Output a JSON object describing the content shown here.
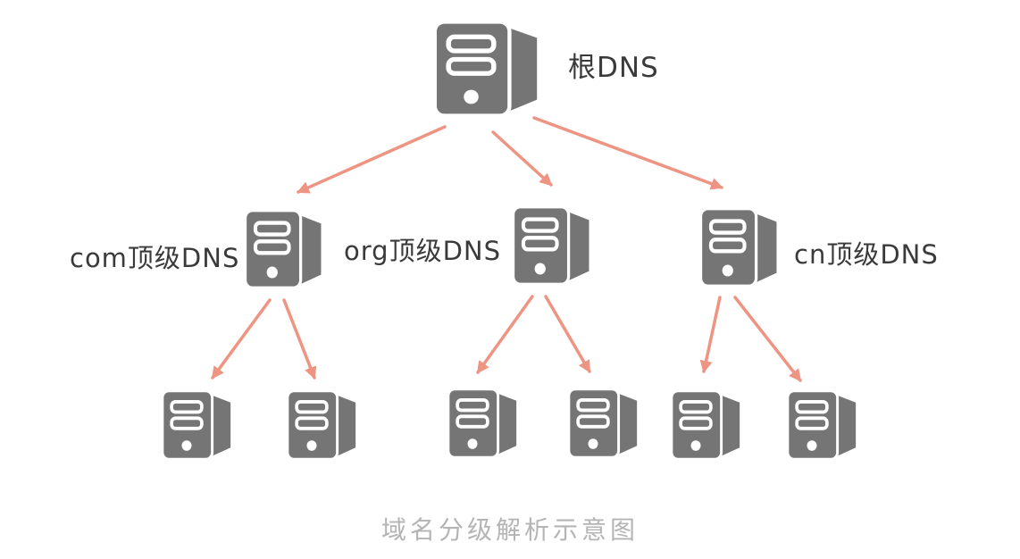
{
  "caption": "域名分级解析示意图",
  "nodes": {
    "root": {
      "label": "根DNS",
      "type": "dns-server"
    },
    "com_tld": {
      "label": "com顶级DNS",
      "type": "dns-server"
    },
    "org_tld": {
      "label": "org顶级DNS",
      "type": "dns-server"
    },
    "cn_tld": {
      "label": "cn顶级DNS",
      "type": "dns-server"
    },
    "com_leaf_1": {
      "type": "dns-server"
    },
    "com_leaf_2": {
      "type": "dns-server"
    },
    "org_leaf_1": {
      "type": "dns-server"
    },
    "org_leaf_2": {
      "type": "dns-server"
    },
    "cn_leaf_1": {
      "type": "dns-server"
    },
    "cn_leaf_2": {
      "type": "dns-server"
    }
  },
  "edges": [
    {
      "from": "root",
      "to": "com_tld"
    },
    {
      "from": "root",
      "to": "org_tld"
    },
    {
      "from": "root",
      "to": "cn_tld"
    },
    {
      "from": "com_tld",
      "to": "com_leaf_1"
    },
    {
      "from": "com_tld",
      "to": "com_leaf_2"
    },
    {
      "from": "org_tld",
      "to": "org_leaf_1"
    },
    {
      "from": "org_tld",
      "to": "org_leaf_2"
    },
    {
      "from": "cn_tld",
      "to": "cn_leaf_1"
    },
    {
      "from": "cn_tld",
      "to": "cn_leaf_2"
    }
  ],
  "colors": {
    "server": "#757575",
    "arrow": "#ee9482",
    "label_text": "#3a3a3a",
    "caption_text": "#b4b4b4",
    "background": "#ffffff"
  }
}
